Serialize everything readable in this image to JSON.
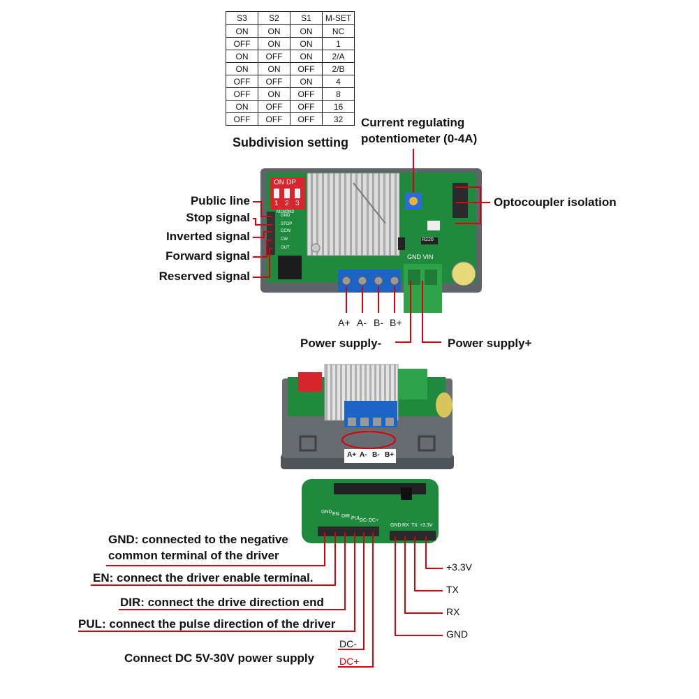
{
  "subdivision_table": {
    "headers": [
      "S3",
      "S2",
      "S1",
      "M-SET"
    ],
    "rows": [
      [
        "ON",
        "ON",
        "ON",
        "NC"
      ],
      [
        "OFF",
        "ON",
        "ON",
        "1"
      ],
      [
        "ON",
        "OFF",
        "ON",
        "2/A"
      ],
      [
        "ON",
        "ON",
        "OFF",
        "2/B"
      ],
      [
        "OFF",
        "OFF",
        "ON",
        "4"
      ],
      [
        "OFF",
        "ON",
        "OFF",
        "8"
      ],
      [
        "ON",
        "OFF",
        "OFF",
        "16"
      ],
      [
        "OFF",
        "OFF",
        "OFF",
        "32"
      ]
    ],
    "caption": "Subdivision setting"
  },
  "top_labels": {
    "pot_line1": "Current regulating",
    "pot_line2": "potentiometer (0-4A)",
    "optocoupler": "Optocoupler isolation",
    "public_line": "Public line",
    "stop_signal": "Stop signal",
    "inverted_signal": "Inverted signal",
    "forward_signal": "Forward signal",
    "reserved_signal": "Reserved signal",
    "power_minus": "Power supply-",
    "power_plus": "Power supply+"
  },
  "motor_pins": [
    "A+",
    "A-",
    "B-",
    "B+"
  ],
  "board_markings": {
    "dip_on": "ON",
    "dip_dp": "DP",
    "dip_numbers": [
      "1",
      "2",
      "3"
    ],
    "m_labels": "M1M2M3",
    "signal_pins": [
      "GND",
      "STOP",
      "CCW",
      "CW",
      "OUT"
    ],
    "gnd_vin": "GND VIN",
    "resistor": "R220",
    "lower_pins": [
      "A+",
      "A-",
      "B-",
      "B+"
    ],
    "ctrl_pins": [
      "GND",
      "EN",
      "DIR",
      "PUL",
      "DC-",
      "DC+"
    ],
    "uart_pins": [
      "GND",
      "RX",
      "TX",
      "+3.3V"
    ]
  },
  "bottom_labels": {
    "gnd_line1": "GND: connected to the negative",
    "gnd_line2": "common terminal of the driver",
    "en": "EN: connect the driver enable terminal.",
    "dir": "DIR: connect the drive direction end",
    "pul": "PUL: connect the pulse direction of the driver",
    "power": "Connect DC 5V-30V power supply",
    "dc_minus": "DC-",
    "dc_plus": "DC+",
    "v33": "+3.3V",
    "tx": "TX",
    "rx": "RX",
    "gnd": "GND"
  },
  "colors": {
    "pcb_green": "#1f8a3e",
    "dip_red": "#d9262c",
    "terminal_blue": "#1b63c4",
    "terminal_green": "#2ea34a",
    "leader_red": "#d8000c",
    "case_gray": "#5f6468"
  }
}
